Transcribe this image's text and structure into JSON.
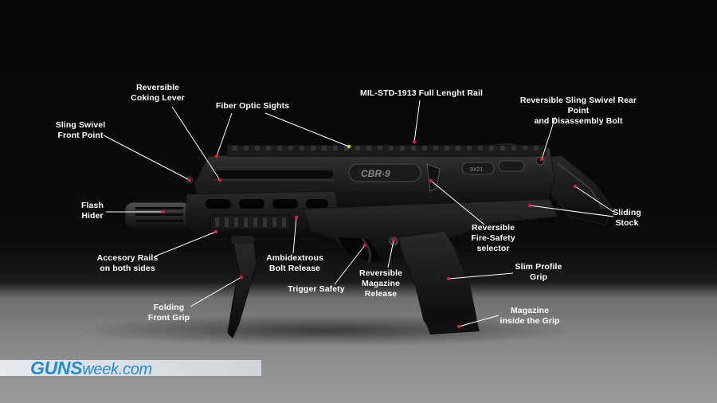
{
  "callouts": [
    {
      "id": "reversible-coking-lever",
      "text": "Reversible\nCoking Lever"
    },
    {
      "id": "fiber-optic-sights",
      "text": "Fiber Optic Sights"
    },
    {
      "id": "sling-swivel-front-point",
      "text": "Sling Swivel\nFront Point"
    },
    {
      "id": "mil-std-rail",
      "text": "MIL-STD-1913 Full Lenght Rail"
    },
    {
      "id": "sling-swivel-rear-point",
      "text": "Reversible Sling Swivel Rear Point\nand Disassembly Bolt"
    },
    {
      "id": "flash-hider",
      "text": "Flash\nHider"
    },
    {
      "id": "sliding-stock",
      "text": "Sliding\nStock"
    },
    {
      "id": "fire-safety-selector",
      "text": "Reversible\nFire-Safety\nselector"
    },
    {
      "id": "accesory-rails",
      "text": "Accesory Rails\non both sides"
    },
    {
      "id": "ambidextrous-bolt-release",
      "text": "Ambidextrous\nBolt Release"
    },
    {
      "id": "trigger-safety",
      "text": "Trigger Safety"
    },
    {
      "id": "magazine-release",
      "text": "Reversible\nMagazine\nRelease"
    },
    {
      "id": "slim-profile-grip",
      "text": "Slim Profile\nGrip"
    },
    {
      "id": "folding-front-grip",
      "text": "Folding\nFront Grip"
    },
    {
      "id": "magazine-inside-grip",
      "text": "Magazine\ninside the Grip"
    }
  ],
  "weapon": {
    "model_marking": "CBR-9",
    "caliber_marking": "9X21"
  },
  "logo": {
    "bold": "GUNS",
    "light": "week.com"
  },
  "colors": {
    "accent": "#e0202a",
    "logo": "#1f8ed8",
    "label": "#ffffff",
    "leader": "#ffffff"
  }
}
